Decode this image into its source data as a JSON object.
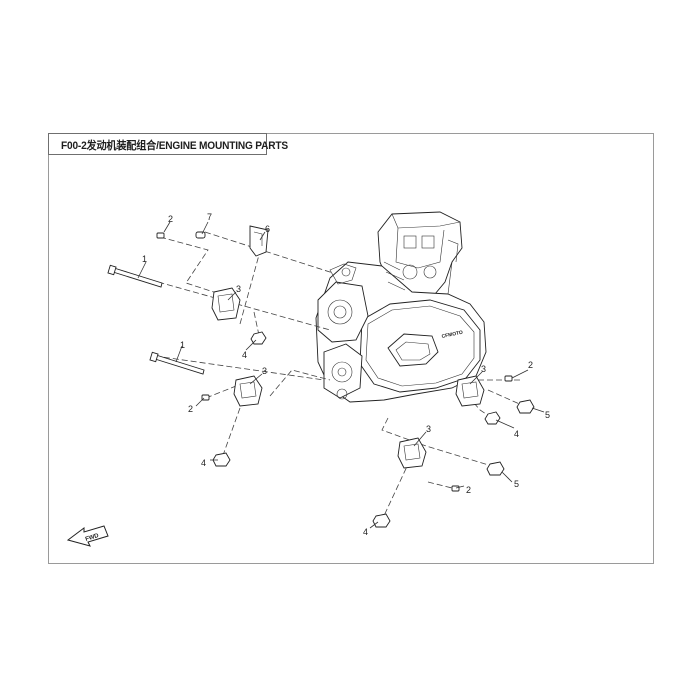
{
  "diagram": {
    "title": "F00-2发动机装配组合/ENGINE MOUNTING PARTS",
    "fwd_label": "FWD",
    "engine_logo": "CFMOTO",
    "callouts": [
      {
        "id": "c-1a",
        "label": "1"
      },
      {
        "id": "c-1b",
        "label": "1"
      },
      {
        "id": "c-2a",
        "label": "2"
      },
      {
        "id": "c-2b",
        "label": "2"
      },
      {
        "id": "c-2c",
        "label": "2"
      },
      {
        "id": "c-2d",
        "label": "2"
      },
      {
        "id": "c-3a",
        "label": "3"
      },
      {
        "id": "c-3b",
        "label": "3"
      },
      {
        "id": "c-3c",
        "label": "3"
      },
      {
        "id": "c-3d",
        "label": "3"
      },
      {
        "id": "c-4a",
        "label": "4"
      },
      {
        "id": "c-4b",
        "label": "4"
      },
      {
        "id": "c-4c",
        "label": "4"
      },
      {
        "id": "c-4d",
        "label": "4"
      },
      {
        "id": "c-5a",
        "label": "5"
      },
      {
        "id": "c-5b",
        "label": "5"
      },
      {
        "id": "c-6",
        "label": "6"
      },
      {
        "id": "c-7",
        "label": "7"
      }
    ]
  }
}
